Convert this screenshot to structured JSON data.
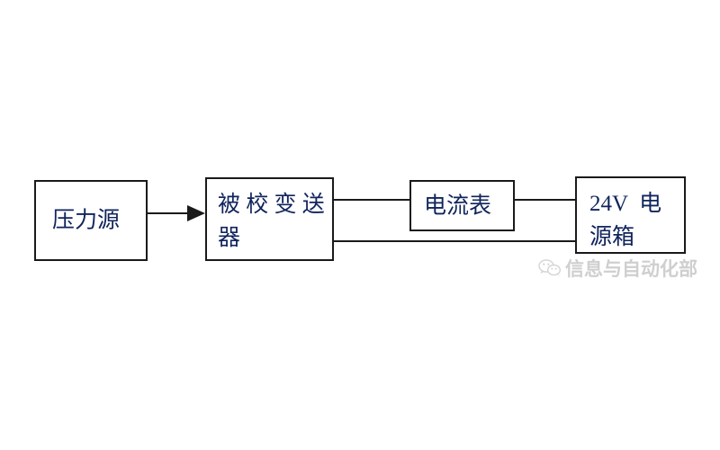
{
  "diagram": {
    "type": "block-diagram",
    "title": "",
    "background_color": "#ffffff",
    "line_color": "#1a1a1a",
    "text_color": "#10245c",
    "nodes": [
      {
        "id": "source",
        "label": "压力源",
        "role": "pressure-source"
      },
      {
        "id": "transmitter",
        "label": "被 校 变 送\n器",
        "role": "transmitter-under-calibration"
      },
      {
        "id": "ammeter",
        "label": "电流表",
        "role": "ammeter"
      },
      {
        "id": "psu",
        "label": "24V  电\n源箱",
        "role": "power-supply-box"
      }
    ],
    "connections": [
      {
        "id": "source-transmitter",
        "from": "source",
        "to": "transmitter",
        "arrow": true
      },
      {
        "id": "transmitter-ammeter",
        "from": "transmitter",
        "to": "ammeter",
        "arrow": false
      },
      {
        "id": "ammeter-psu",
        "from": "ammeter",
        "to": "psu",
        "arrow": false
      },
      {
        "id": "transmitter-psu",
        "from": "transmitter",
        "to": "psu",
        "arrow": false
      }
    ]
  },
  "watermark": {
    "icon": "wechat-icon",
    "text": "信息与自动化部",
    "color": "#8e8e8e"
  }
}
